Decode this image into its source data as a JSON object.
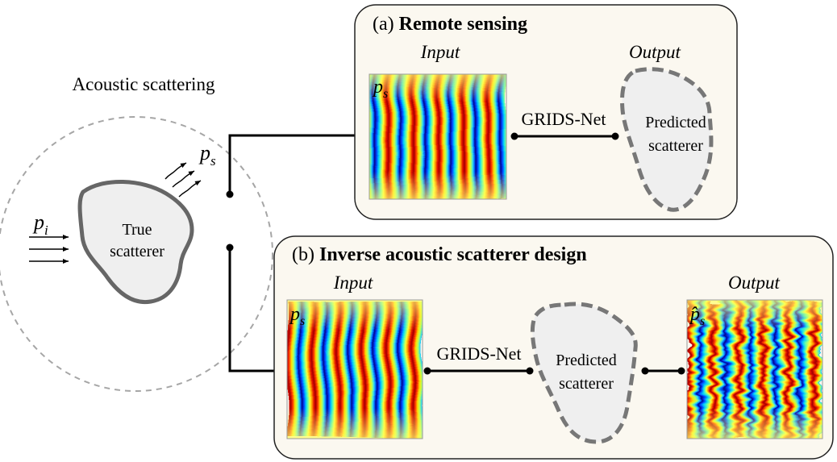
{
  "scattering": {
    "title": "Acoustic scattering",
    "incident_label": "p",
    "incident_subscript": "i",
    "scattered_label": "p",
    "scattered_subscript": "s",
    "true_scatterer_line1": "True",
    "true_scatterer_line2": "scatterer"
  },
  "panel_a": {
    "prefix": "(a)",
    "title": "Remote sensing",
    "input_label": "Input",
    "output_label": "Output",
    "field_label": "p",
    "field_subscript": "s",
    "network_label": "GRIDS-Net",
    "predicted_line1": "Predicted",
    "predicted_line2": "scatterer"
  },
  "panel_b": {
    "prefix": "(b)",
    "title": "Inverse acoustic scatterer design",
    "input_label": "Input",
    "output_label": "Output",
    "input_field_label": "p",
    "input_field_subscript": "s",
    "network_label": "GRIDS-Net",
    "predicted_line1": "Predicted",
    "predicted_line2": "scatterer",
    "output_field_label": "p̂",
    "output_field_subscript": "s"
  },
  "colors": {
    "panel_fill": "#fbf8f0",
    "scatterer_fill": "#efefef",
    "scatterer_stroke": "#666666",
    "circle_stroke": "#a6a6a6",
    "jet_blue": "#00008f",
    "jet_red": "#a50000"
  }
}
